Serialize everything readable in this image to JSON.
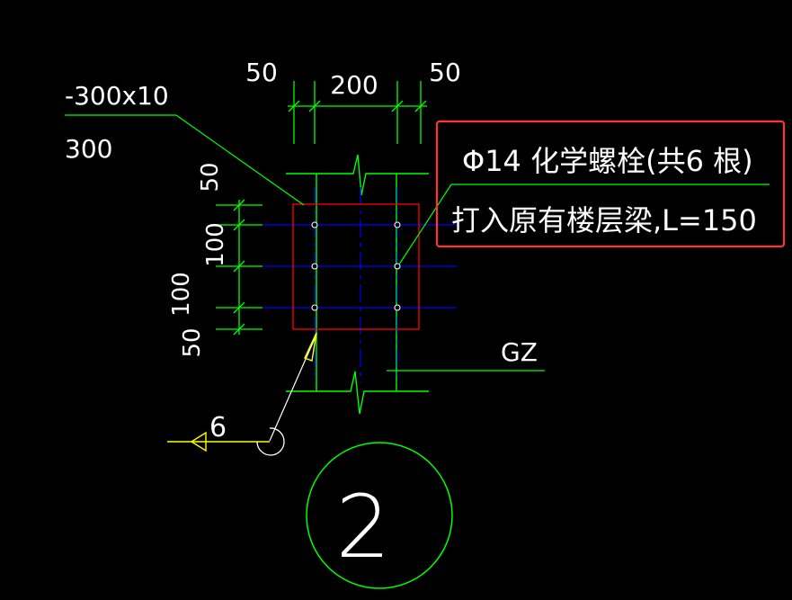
{
  "dimensions": {
    "top": [
      "50",
      "200",
      "50"
    ],
    "left": [
      "50",
      "100",
      "100",
      "50"
    ]
  },
  "plate_label": {
    "line1": "-300x10",
    "line2": "300"
  },
  "bolt_note": {
    "line1": "Φ14 化学螺栓(共6 根)",
    "line2": "打入原有楼层梁,L=150"
  },
  "column_label": "GZ",
  "weld_size": "6",
  "detail_number": "2",
  "colors": {
    "background": "#000000",
    "dimension": "#00ff00",
    "plate": "#ff0000",
    "bolt_axis": "#0000ff",
    "column": "#00ff00",
    "weld": "#ffff00",
    "text": "#ffffff",
    "highlight_box": "#ff3333"
  }
}
